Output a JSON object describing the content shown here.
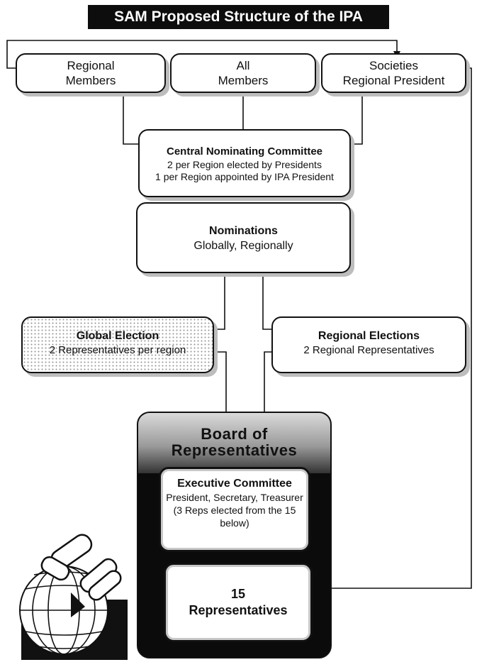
{
  "title": "SAM Proposed Structure of the IPA",
  "boxes": {
    "regional_members": [
      "Regional",
      "Members"
    ],
    "all_members": [
      "All",
      "Members"
    ],
    "societies": [
      "Societies",
      "Regional President"
    ],
    "central_committee": {
      "heading": "Central Nominating Committee",
      "line1": "2 per Region elected by Presidents",
      "line2": "1 per Region appointed by IPA President"
    },
    "nominations": {
      "heading": "Nominations",
      "line1": "Globally, Regionally"
    },
    "global_election": {
      "heading": "Global Election",
      "line1": "2 Representatives per region"
    },
    "regional_elections": {
      "heading": "Regional Elections",
      "line1": "2 Regional Representatives"
    },
    "board": {
      "title_line1": "Board of",
      "title_line2": "Representatives",
      "executive": {
        "heading": "Executive Committee",
        "line1": "President, Secretary, Treasurer",
        "line2": "(3 Reps elected from the 15",
        "line3": "below)"
      },
      "representatives": {
        "line1": "15",
        "line2": "Representatives"
      }
    }
  },
  "icons": {
    "logo": "globe-with-hand-icon"
  }
}
